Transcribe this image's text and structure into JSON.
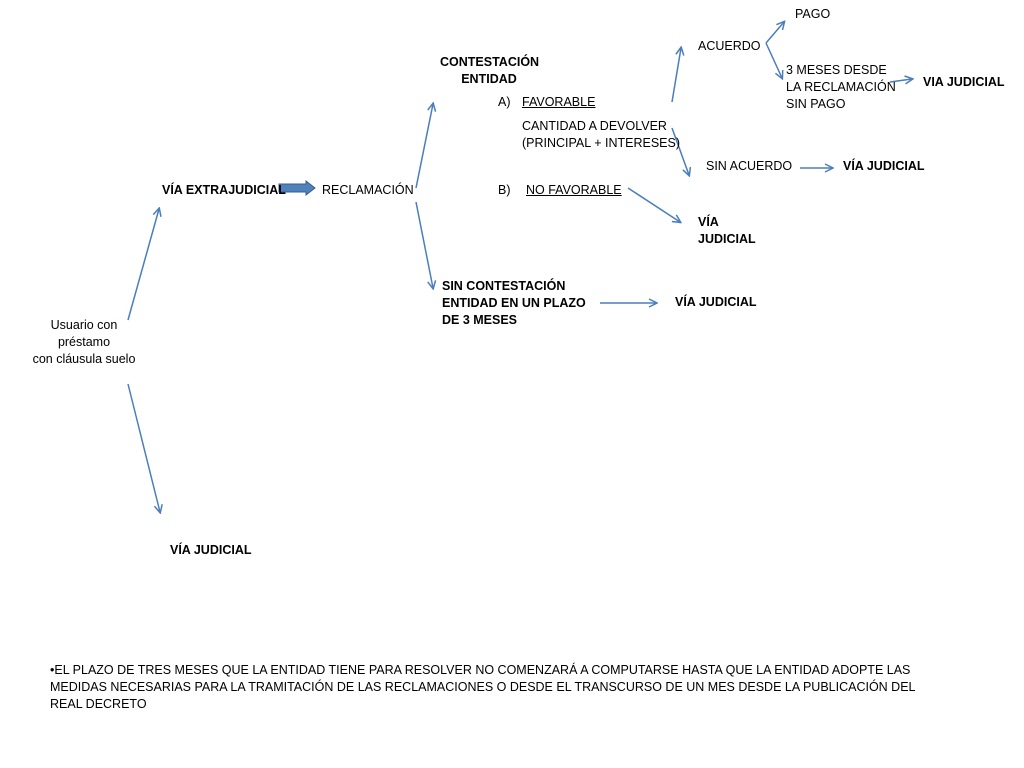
{
  "nodes": {
    "user": "Usuario con\npréstamo\ncon cláusula suelo",
    "via_extrajudicial": "VÍA EXTRAJUDICIAL",
    "reclamacion": "RECLAMACIÓN",
    "contestacion_entidad": "CONTESTACIÓN\nENTIDAD",
    "a_marker": "A)",
    "favorable": "FAVORABLE",
    "cantidad": "CANTIDAD A DEVOLVER\n(PRINCIPAL + INTERESES)",
    "b_marker": "B)",
    "no_favorable": "NO FAVORABLE",
    "acuerdo": "ACUERDO",
    "pago": "PAGO",
    "tres_meses": "3 MESES DESDE\nLA RECLAMACIÓN\nSIN  PAGO",
    "via_judicial_1": "VIA JUDICIAL",
    "sin_acuerdo": "SIN ACUERDO",
    "via_judicial_2": "VÍA JUDICIAL",
    "via_judicial_3": "VÍA\nJUDICIAL",
    "sin_contestacion": "SIN CONTESTACIÓN\n ENTIDAD EN UN PLAZO\nDE 3 MESES",
    "via_judicial_4": "VÍA JUDICIAL",
    "via_judicial_5": "VÍA JUDICIAL"
  },
  "note": "•EL PLAZO DE TRES MESES QUE LA ENTIDAD TIENE PARA RESOLVER NO COMENZARÁ A COMPUTARSE HASTA QUE LA ENTIDAD ADOPTE LAS MEDIDAS NECESARIAS PARA  LA TRAMITACIÓN DE LAS RECLAMACIONES O  DESDE EL TRANSCURSO DE UN MES DESDE LA PUBLICACIÓN DEL  REAL DECRETO",
  "colors": {
    "arrow": "#4a7ebb",
    "block_arrow_fill": "#4f81bd",
    "block_arrow_stroke": "#385d8a"
  }
}
